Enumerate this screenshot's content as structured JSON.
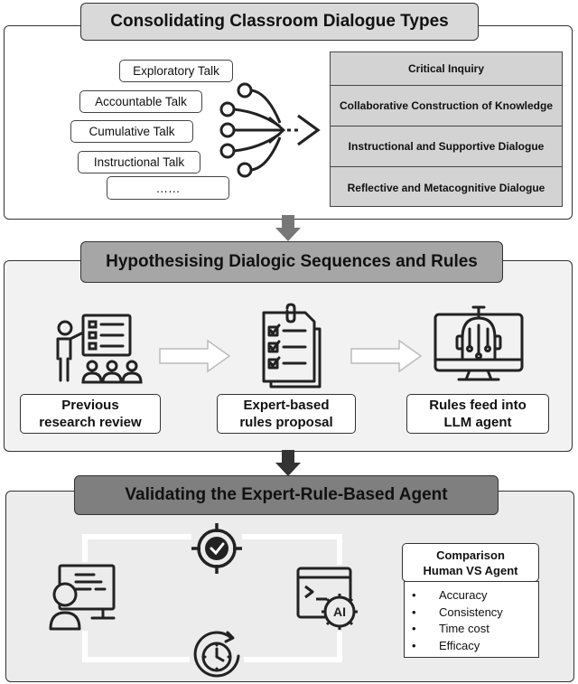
{
  "section1": {
    "title": "Consolidating Classroom Dialogue Types",
    "dialogue_types": [
      "Exploratory Talk",
      "Accountable Talk",
      "Cumulative Talk",
      "Instructional Talk",
      "……"
    ],
    "categories": [
      "Critical Inquiry",
      "Collaborative Construction of Knowledge",
      "Instructional and Supportive Dialogue",
      "Reflective and Metacognitive Dialogue"
    ]
  },
  "section2": {
    "title": "Hypothesising Dialogic Sequences and Rules",
    "steps": [
      {
        "label": "Previous\nresearch review",
        "icon": "presentation-icon"
      },
      {
        "label": "Expert-based\nrules proposal",
        "icon": "checklist-icon"
      },
      {
        "label": "Rules feed into\nLLM agent",
        "icon": "ai-head-monitor-icon"
      }
    ]
  },
  "section3": {
    "title": "Validating the Expert-Rule-Based Agent",
    "icons": [
      "target-check-icon",
      "person-computer-icon",
      "ai-window-icon",
      "stopwatch-icon"
    ],
    "comparison_title": "Comparison\nHuman VS Agent",
    "comparison_items": [
      "Accuracy",
      "Consistency",
      "Time cost",
      "Efficacy"
    ],
    "bullet": "•",
    "ai_text": "AI"
  },
  "colors": {
    "header1_bg": "#d9d9d9",
    "header2_bg": "#a6a6a6",
    "header3_bg": "#7f7f7f",
    "panel2_bg": "#f2f2f2",
    "panel3_bg": "#ececec",
    "category_bg": "#d3d3d3",
    "arrow_dark": "#333333",
    "arrow_mid": "#777777"
  }
}
